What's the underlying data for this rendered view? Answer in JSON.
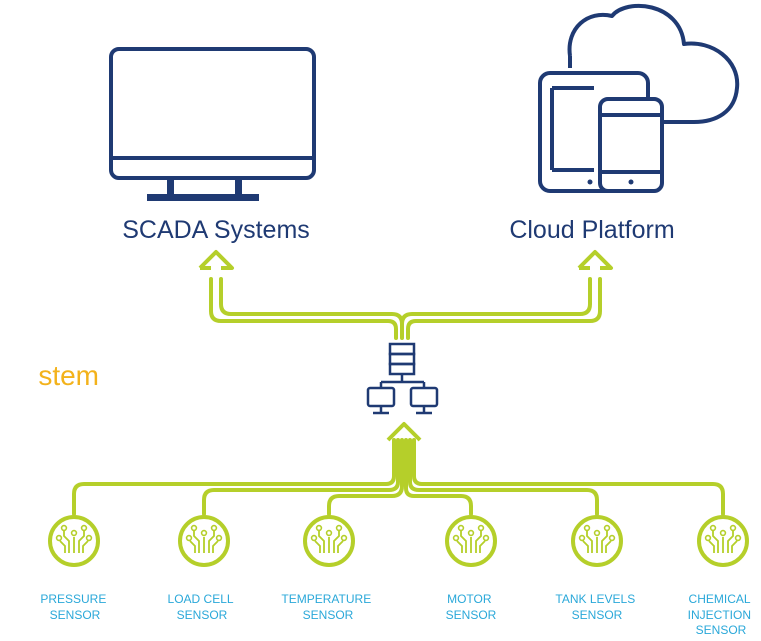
{
  "system_label": "stem",
  "nodes": {
    "scada": {
      "label": "SCADA Systems",
      "icon": "monitor-icon"
    },
    "cloud": {
      "label": "Cloud Platform",
      "icon": "cloud-devices-icon"
    },
    "hub": {
      "icon": "network-hub-icon"
    }
  },
  "sensors": [
    {
      "line1": "PRESSURE",
      "line2": "SENSOR",
      "line3": ""
    },
    {
      "line1": "LOAD CELL",
      "line2": "SENSOR",
      "line3": ""
    },
    {
      "line1": "TEMPERATURE",
      "line2": "SENSOR",
      "line3": ""
    },
    {
      "line1": "MOTOR",
      "line2": "SENSOR",
      "line3": ""
    },
    {
      "line1": "TANK LEVELS",
      "line2": "SENSOR",
      "line3": ""
    },
    {
      "line1": "CHEMICAL",
      "line2": "INJECTION",
      "line3": "SENSOR"
    }
  ],
  "colors": {
    "navy": "#1f3a73",
    "lime": "#b5cf2a",
    "label_blue": "#2aa8d9",
    "orange": "#f3b21b"
  }
}
